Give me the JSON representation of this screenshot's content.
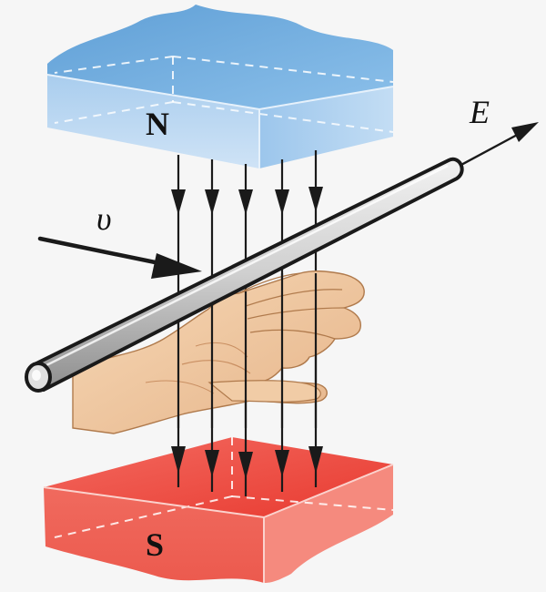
{
  "labels": {
    "north": "N",
    "south": "S",
    "velocity": "υ",
    "emf": "E"
  },
  "colors": {
    "north_magnet": "#7fb3e0",
    "south_magnet": "#e8453c",
    "skin": "#efc9a0",
    "rod": "#d6d6d6",
    "field_line": "#1a1a1a",
    "background": "#f6f6f6"
  },
  "icons": {
    "hand": "open-right-hand-palm-up",
    "magnet": "bar-magnet-slab"
  }
}
